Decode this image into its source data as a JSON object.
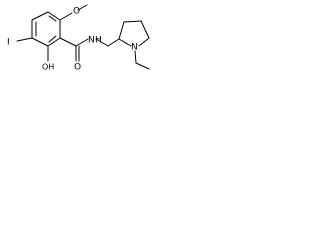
{
  "molecule": {
    "atoms": {
      "methoxy": "O",
      "iodine": "I",
      "carbonyl_oxygen": "O",
      "hydroxyl": "OH",
      "amide": "N",
      "amide_hydrogen": "H",
      "pyrrolidine_nitrogen": "N"
    }
  },
  "colors": {
    "ink": "#000000",
    "background": "#ffffff"
  }
}
